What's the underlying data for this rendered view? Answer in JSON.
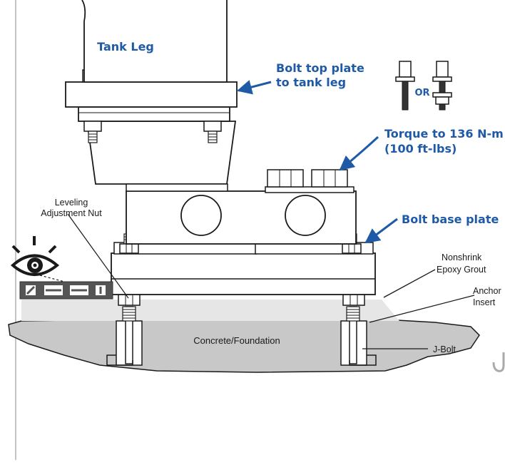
{
  "labels": {
    "tank_leg": "Tank Leg",
    "bolt_top_line1": "Bolt top plate",
    "bolt_top_line2": "to tank leg",
    "or": "OR",
    "torque_line1": "Torque to 136 N-m",
    "torque_line2": "(100 ft-lbs)",
    "leveling_line1": "Leveling",
    "leveling_line2": "Adjustment Nut",
    "bolt_base": "Bolt base plate",
    "grout_line1": "Nonshrink",
    "grout_line2": "Epoxy Grout",
    "anchor_line1": "Anchor",
    "anchor_line2": "Insert",
    "concrete": "Concrete/Foundation",
    "jbolt": "J-Bolt"
  },
  "colors": {
    "accent_blue": "#1f5aa6",
    "concrete_gray": "#c8c8c8",
    "grout_gray": "#e6e6e6",
    "outline": "#1a1a1a"
  },
  "icons": {
    "eye": "eye-inspection-icon",
    "level": "spirit-level-icon"
  }
}
